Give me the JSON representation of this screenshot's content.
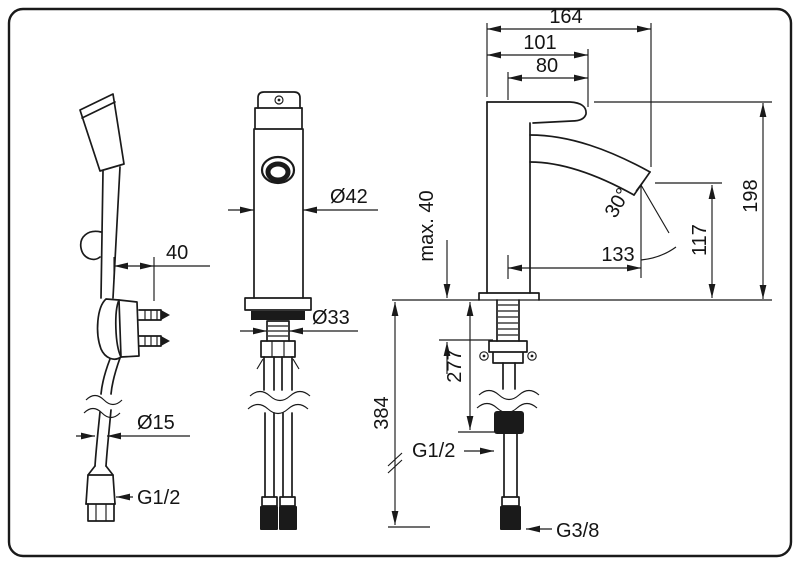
{
  "drawing": {
    "background": "#ffffff",
    "line_color": "#1a1a1a",
    "hand_shower_view": {
      "bracket_offset": "40",
      "hose_diameter": "Ø15",
      "hose_thread": "G1/2"
    },
    "front_view": {
      "body_diameter": "Ø42",
      "shank_diameter": "Ø33"
    },
    "side_view": {
      "total_length": "164",
      "handle_length": "101",
      "handle_reach": "80",
      "total_height": "198",
      "outlet_height": "117",
      "outlet_angle": "30°",
      "outlet_reach": "133",
      "max_deck_thickness": "max. 40",
      "connection_height": "277",
      "hose_end_height": "384",
      "connection_thread": "G1/2",
      "supply_hose_thread": "G3/8"
    }
  }
}
